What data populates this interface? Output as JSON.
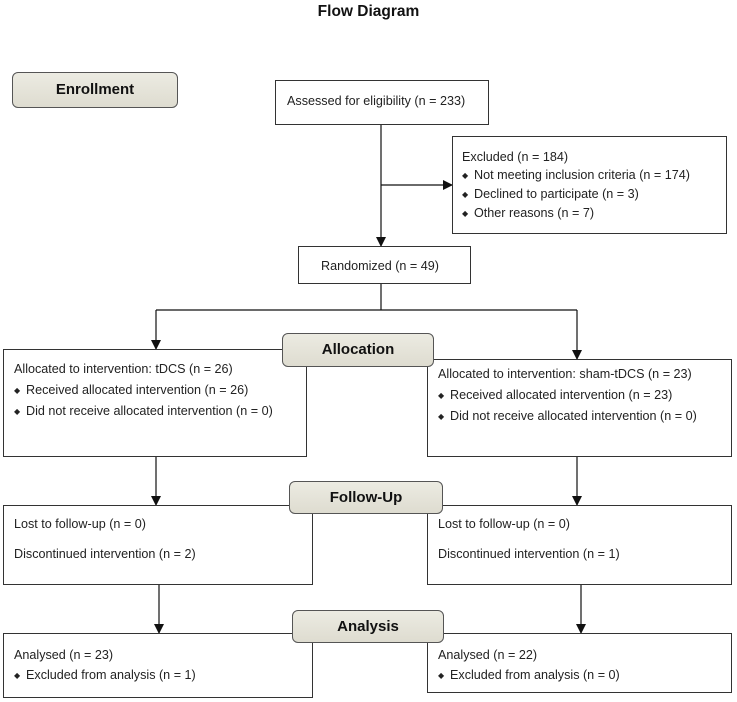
{
  "title": "Flow Diagram",
  "stages": {
    "enrollment": "Enrollment",
    "allocation": "Allocation",
    "follow_up": "Follow-Up",
    "analysis": "Analysis"
  },
  "assessed": "Assessed for eligibility (n = 233)",
  "excluded": {
    "heading": "Excluded (n = 184)",
    "items": [
      "Not meeting inclusion criteria (n = 174)",
      "Declined to participate (n = 3)",
      "Other reasons (n = 7)"
    ]
  },
  "randomized": "Randomized (n = 49)",
  "allocation_left": {
    "heading": "Allocated to intervention: tDCS (n = 26)",
    "items": [
      "Received allocated intervention (n = 26)",
      "Did not receive allocated intervention (n = 0)"
    ]
  },
  "allocation_right": {
    "heading": "Allocated to intervention: sham-tDCS (n = 23)",
    "items": [
      "Received allocated intervention (n = 23)",
      "Did not receive allocated intervention (n = 0)"
    ]
  },
  "followup_left": {
    "lost": "Lost to follow-up (n = 0)",
    "discontinued": "Discontinued intervention (n = 2)"
  },
  "followup_right": {
    "lost": "Lost to follow-up (n = 0)",
    "discontinued": "Discontinued intervention (n = 1)"
  },
  "analysis_left": {
    "heading": "Analysed (n = 23)",
    "items": [
      "Excluded from analysis (n = 1)"
    ]
  },
  "analysis_right": {
    "heading": "Analysed (n = 22)",
    "items": [
      "Excluded from analysis (n = 0)"
    ]
  },
  "bullet_glyph": "◆"
}
